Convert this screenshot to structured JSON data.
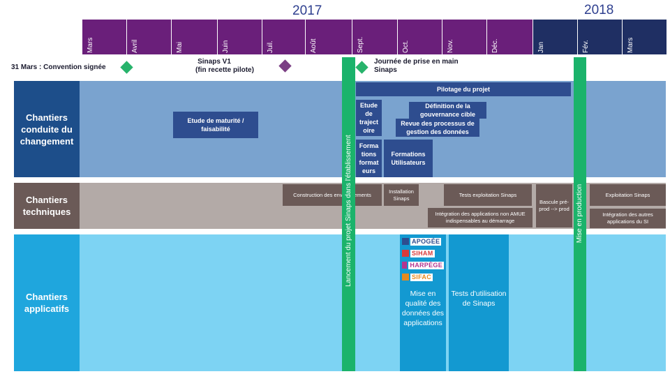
{
  "years": {
    "y2017": "2017",
    "y2018": "2018"
  },
  "months_2017": [
    "Mars",
    "Avril",
    "Mai",
    "Juin",
    "Juil.",
    "Août",
    "Sept.",
    "Oct.",
    "Nov.",
    "Déc."
  ],
  "months_2018": [
    "Jan",
    "Fév.",
    "Mars"
  ],
  "milestones": {
    "convention": "31 Mars : Convention signée",
    "sinaps_v1_line1": "Sinaps V1",
    "sinaps_v1_line2": "(fin recette pilote)",
    "journee_line1": "Journée de prise en main",
    "journee_line2": "Sinaps"
  },
  "rows": {
    "conduite": "Chantiers conduite du changement",
    "techniques": "Chantiers techniques",
    "applicatifs": "Chantiers applicatifs"
  },
  "conduite_tasks": {
    "pilotage": "Pilotage du projet",
    "etude_maturite": "Etude de maturité / faisabilité",
    "etude_trajectoire": "Etude de traject oire",
    "definition_gouvernance": "Définition de la gouvernance cible",
    "revue_processus": "Revue des processus de gestion des données",
    "formations_formateurs": "Forma tions format eurs",
    "formations_utilisateurs": "Formations Utilisateurs"
  },
  "tech_tasks": {
    "construction": "Construction des environnements",
    "installation": "Installation Sinaps",
    "tests_exploitation": "Tests exploitation Sinaps",
    "integration_non_amue": "Intégration des applications non AMUE indispensables au démarrage",
    "bascule": "Bascule pré-prod --> prod",
    "exploitation": "Exploitation Sinaps",
    "integration_autres": "Intégration des autres applications du SI"
  },
  "app_tasks": {
    "apps": [
      "APOGÉE",
      "SIHAM",
      "HARPÈGE",
      "SIFAC"
    ],
    "mise_en_qualite": "Mise en qualité des données des applications",
    "tests_utilisation": "Tests d'utilisation de Sinaps"
  },
  "vertical_markers": {
    "lancement": "Lancement du projet Sinaps dans l'établissement",
    "mise_en_production": "Mise en production"
  },
  "colors": {
    "month_2017": "#6a1f7a",
    "month_2018": "#1f2f63",
    "diamond_green": "#27b36b",
    "diamond_purple": "#7b3f84",
    "conduite_label": "#1d4e8a",
    "conduite_bg": "#7aa3cf",
    "task_blue": "#2e4d8f",
    "tech_label": "#6b5a57",
    "tech_bg": "#b3aaa7",
    "app_label": "#1fa6dd",
    "app_bg": "#7dd3f3",
    "app_task": "#1399d1",
    "marker_green": "#1bb36b"
  },
  "app_logo_colors": [
    "#2e4d8f",
    "#d93a3a",
    "#b4358f",
    "#e58a1e"
  ]
}
